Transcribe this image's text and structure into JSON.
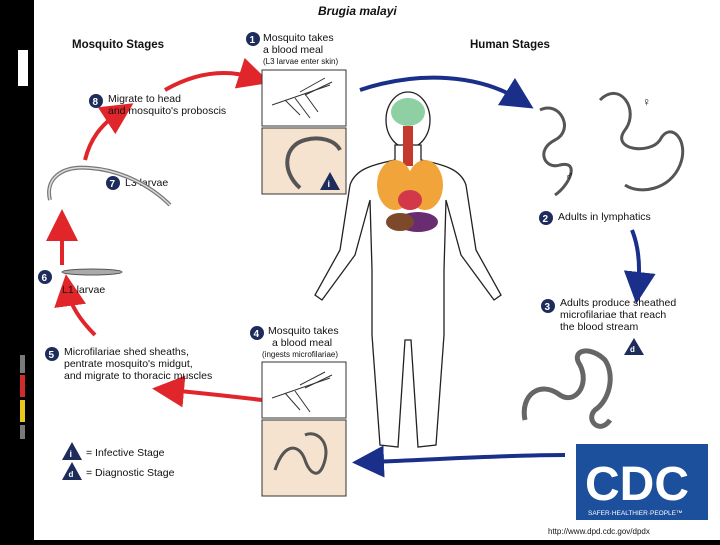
{
  "title": "Brugia malayi",
  "sections": {
    "mosquito": "Mosquito Stages",
    "human": "Human Stages"
  },
  "steps": [
    {
      "num": "1",
      "line1": "Mosquito takes",
      "line2": "a blood meal",
      "note": "(L3 larvae enter skin)"
    },
    {
      "num": "2",
      "line1": "Adults in lymphatics"
    },
    {
      "num": "3",
      "line1": "Adults produce sheathed",
      "line2": "microfilariae that reach",
      "line3": "the blood stream"
    },
    {
      "num": "4",
      "line1": "Mosquito takes",
      "line2": "a blood meal",
      "note": "(ingests microfilariae)"
    },
    {
      "num": "5",
      "line1": "Microfilariae shed sheaths,",
      "line2": "pentrate mosquito's midgut,",
      "line3": "and migrate to thoracic muscles"
    },
    {
      "num": "6",
      "line1": "L1 larvae"
    },
    {
      "num": "7",
      "line1": "L3 larvae"
    },
    {
      "num": "8",
      "line1": "Migrate to head",
      "line2": "and mosquito's proboscis"
    }
  ],
  "stage_badges": {
    "infective": "i",
    "diagnostic": "d"
  },
  "sex_symbols": {
    "female": "♀",
    "male": "♂"
  },
  "legend": {
    "infective": "= Infective Stage",
    "diagnostic": "= Diagnostic Stage"
  },
  "logo": {
    "text": "CDC",
    "tagline": "SAFER·HEALTHIER·PEOPLE™"
  },
  "url": "http://www.dpd.cdc.gov/dpdx",
  "colors": {
    "red_arrow": "#e0262a",
    "blue_arrow": "#1a2f8a",
    "badge": "#1d2c5a",
    "cdc_blue": "#1c4f9c",
    "deco_red": "#d32a2a",
    "deco_gray": "#7a7a7a",
    "deco_yellow": "#e8c81a"
  }
}
